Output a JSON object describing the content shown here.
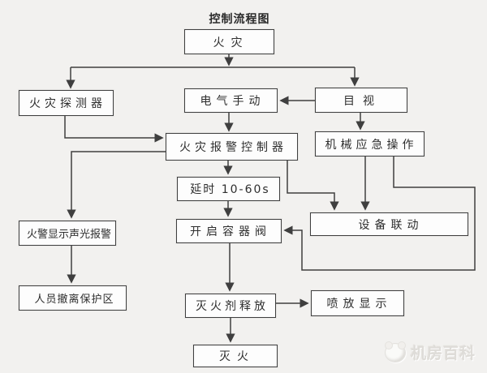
{
  "title": "控制流程图",
  "diagram": {
    "nodes": [
      {
        "id": "fire",
        "label": "火灾"
      },
      {
        "id": "detector",
        "label": "火灾探测器"
      },
      {
        "id": "electric",
        "label": "电气手动"
      },
      {
        "id": "visual",
        "label": "目视"
      },
      {
        "id": "controller",
        "label": "火灾报警控制器"
      },
      {
        "id": "mechanical",
        "label": "机械应急操作"
      },
      {
        "id": "delay",
        "label": "延时 10-60s"
      },
      {
        "id": "alarm_display",
        "label": "火警显示声光报警"
      },
      {
        "id": "valve",
        "label": "开启容器阀"
      },
      {
        "id": "linkage",
        "label": "设备联动"
      },
      {
        "id": "evacuate",
        "label": "人员撤离保护区"
      },
      {
        "id": "release",
        "label": "灭火剂释放"
      },
      {
        "id": "spray",
        "label": "喷放显示"
      },
      {
        "id": "extinguish",
        "label": "灭火"
      }
    ],
    "edges": [
      {
        "from": "fire",
        "to": "detector"
      },
      {
        "from": "fire",
        "to": "visual"
      },
      {
        "from": "visual",
        "to": "electric"
      },
      {
        "from": "electric",
        "to": "controller"
      },
      {
        "from": "visual",
        "to": "mechanical"
      },
      {
        "from": "detector",
        "to": "controller"
      },
      {
        "from": "controller",
        "to": "alarm_display"
      },
      {
        "from": "controller",
        "to": "delay"
      },
      {
        "from": "delay",
        "to": "valve"
      },
      {
        "from": "controller",
        "to": "linkage"
      },
      {
        "from": "mechanical",
        "to": "linkage"
      },
      {
        "from": "mechanical",
        "to": "valve"
      },
      {
        "from": "valve",
        "to": "release"
      },
      {
        "from": "release",
        "to": "spray"
      },
      {
        "from": "release",
        "to": "extinguish"
      },
      {
        "from": "alarm_display",
        "to": "evacuate"
      }
    ]
  },
  "colors": {
    "background": "#f2f1ef",
    "box_fill": "#fdfdfd",
    "line": "#3f3f3f",
    "text": "#2e2e2e",
    "watermark": "#dedcd8"
  },
  "watermark": {
    "icon": "panda-logo",
    "text": "机房百科"
  }
}
